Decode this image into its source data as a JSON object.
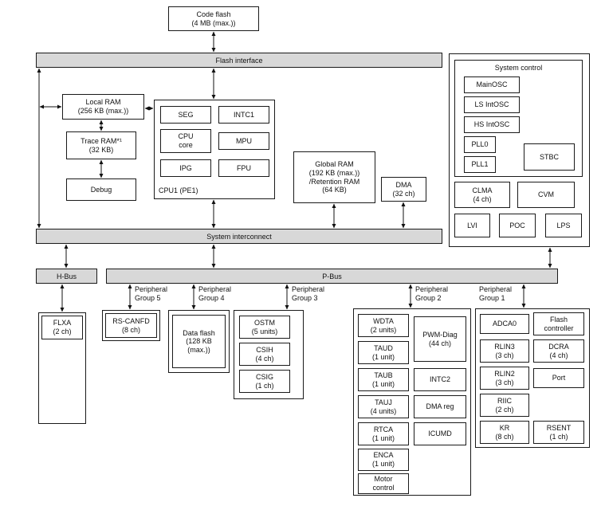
{
  "boxes": {
    "code_flash": "Code flash\n(4 MB (max.))",
    "flash_interface": "Flash interface",
    "local_ram": "Local RAM\n(256 KB (max.))",
    "trace_ram": "Trace RAM*¹\n(32 KB)",
    "debug": "Debug",
    "global_ram": "Global RAM\n(192 KB (max.))\n/Retention RAM\n(64 KB)",
    "dma": "DMA\n(32 ch)",
    "system_interconnect": "System interconnect",
    "h_bus": "H-Bus",
    "p_bus": "P-Bus"
  },
  "cpu1": {
    "label": "CPU1 (PE1)",
    "units": [
      "SEG",
      "INTC1",
      "CPU\ncore",
      "MPU",
      "IPG",
      "FPU"
    ]
  },
  "system_control": {
    "title": "System control",
    "units": [
      "MainOSC",
      "LS IntOSC",
      "HS IntOSC",
      "PLL0",
      "PLL1",
      "STBC",
      "CLMA\n(4 ch)",
      "CVM",
      "LVI",
      "POC",
      "LPS"
    ]
  },
  "peripheral_group_labels": [
    "Peripheral\nGroup 5",
    "Peripheral\nGroup 4",
    "Peripheral\nGroup 3",
    "Peripheral\nGroup 2",
    "Peripheral\nGroup 1"
  ],
  "peripherals": {
    "flxa": "FLXA\n(2 ch)",
    "rs_canfd": "RS-CANFD\n(8 ch)",
    "data_flash": "Data flash\n(128 KB\n(max.))",
    "group3": [
      "OSTM\n(5 units)",
      "CSIH\n(4 ch)",
      "CSIG\n(1 ch)"
    ],
    "group2_left": [
      "WDTA\n(2 units)",
      "TAUD\n(1 unit)",
      "TAUB\n(1 unit)",
      "TAUJ\n(4 units)",
      "RTCA\n(1 unit)",
      "ENCA\n(1 unit)",
      "Motor\ncontrol"
    ],
    "group2_right": [
      "PWM-Diag\n(44 ch)",
      "INTC2",
      "DMA reg",
      "ICUMD"
    ],
    "group1_left": [
      "ADCA0",
      "RLIN3\n(3 ch)",
      "RLIN2\n(3 ch)",
      "RIIC\n(2 ch)",
      "KR\n(8 ch)"
    ],
    "group1_right": [
      "Flash\ncontroller",
      "DCRA\n(4 ch)",
      "Port",
      "RSENT\n(1 ch)"
    ]
  },
  "colors": {
    "bus_fill": "#d8d8d8",
    "line": "#111111",
    "background": "#ffffff"
  }
}
